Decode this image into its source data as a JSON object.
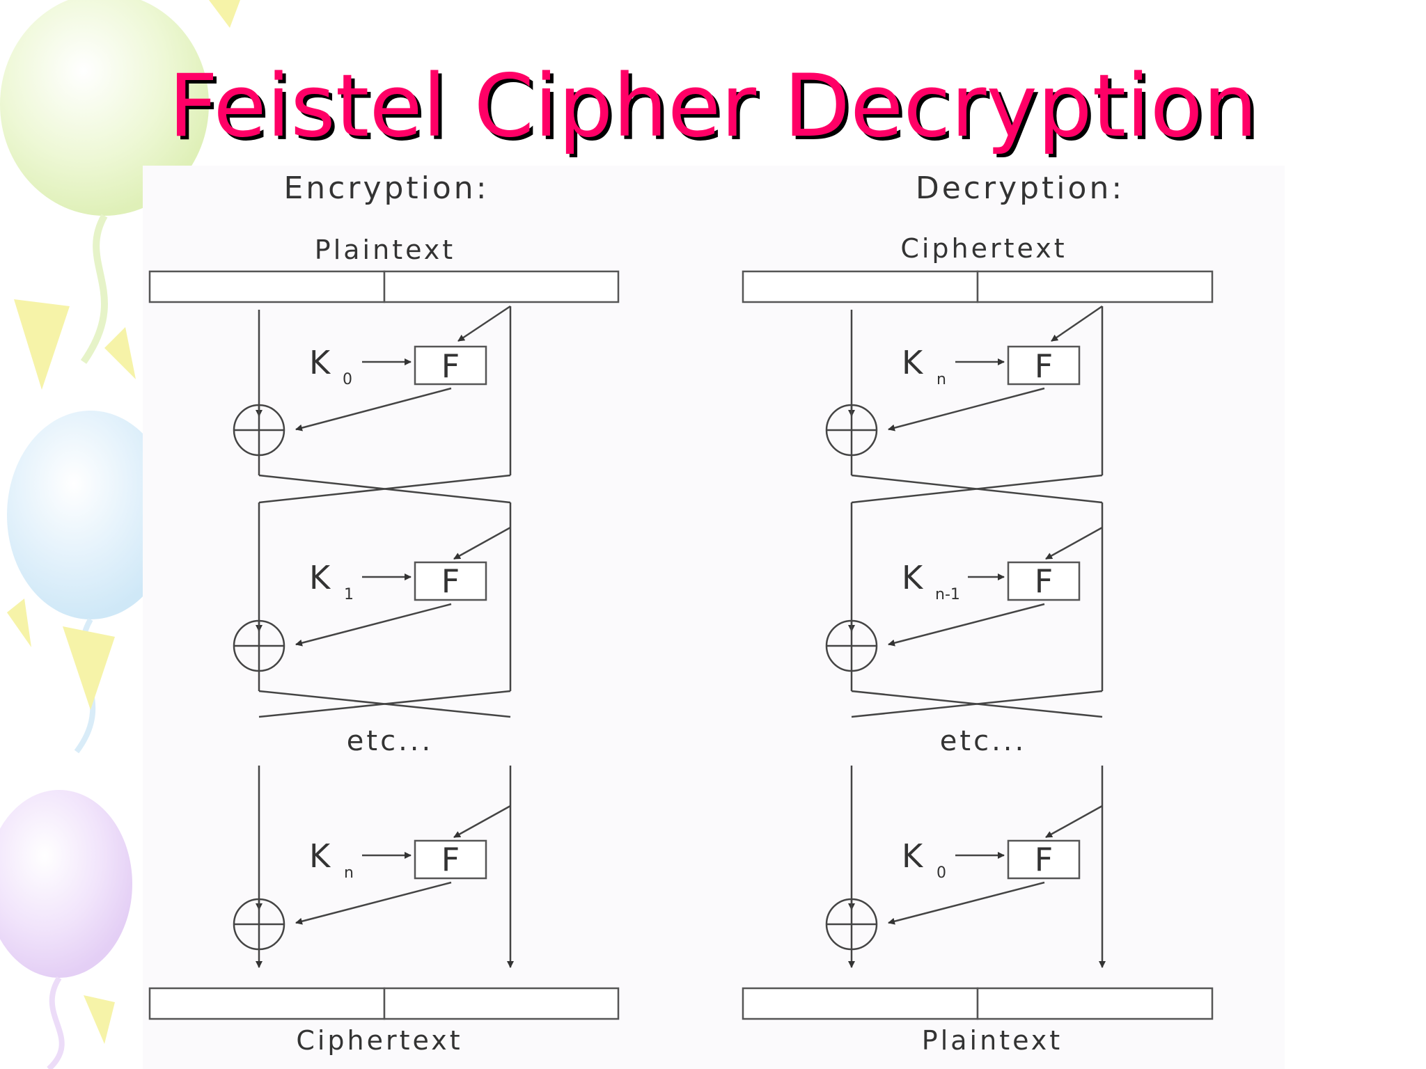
{
  "title": "Feistel Cipher Decryption",
  "colors": {
    "title": "#ff0066",
    "title_shadow": "#000000"
  },
  "encryption": {
    "heading": "Encryption:",
    "top_label": "Plaintext",
    "bottom_label": "Ciphertext",
    "function_label": "F",
    "key_symbol": "K",
    "rounds": [
      {
        "key_subscript": "0"
      },
      {
        "key_subscript": "1"
      },
      {
        "key_subscript": "n"
      }
    ],
    "continuation": "etc..."
  },
  "decryption": {
    "heading": "Decryption:",
    "top_label": "Ciphertext",
    "bottom_label": "Plaintext",
    "function_label": "F",
    "key_symbol": "K",
    "rounds": [
      {
        "key_subscript": "n"
      },
      {
        "key_subscript": "n-1"
      },
      {
        "key_subscript": "0"
      }
    ],
    "continuation": "etc..."
  }
}
